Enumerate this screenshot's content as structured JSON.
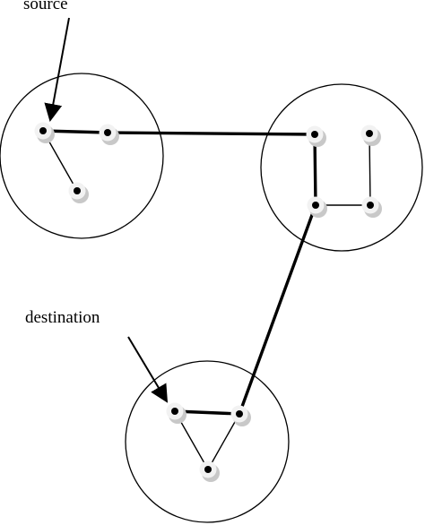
{
  "labels": {
    "source": "source",
    "destination": "destination"
  },
  "colors": {
    "ink": "#000000",
    "node_shadow": "#c8c8c8",
    "node_face": "#f2f2f2",
    "background": "#ffffff"
  },
  "clusters": [
    "cluster-a",
    "cluster-b",
    "cluster-c"
  ],
  "nodes": [
    {
      "id": "a1",
      "cluster": "cluster-a"
    },
    {
      "id": "a2",
      "cluster": "cluster-a"
    },
    {
      "id": "a3",
      "cluster": "cluster-a"
    },
    {
      "id": "b1",
      "cluster": "cluster-b"
    },
    {
      "id": "b2",
      "cluster": "cluster-b"
    },
    {
      "id": "b3",
      "cluster": "cluster-b"
    },
    {
      "id": "b4",
      "cluster": "cluster-b"
    },
    {
      "id": "c1",
      "cluster": "cluster-c"
    },
    {
      "id": "c2",
      "cluster": "cluster-c"
    },
    {
      "id": "c3",
      "cluster": "cluster-c"
    }
  ],
  "edges": [
    {
      "from": "a1",
      "to": "a2",
      "weight": "heavy"
    },
    {
      "from": "a1",
      "to": "a3",
      "weight": "light"
    },
    {
      "from": "a2",
      "to": "b1",
      "weight": "heavy"
    },
    {
      "from": "b1",
      "to": "b3",
      "weight": "heavy"
    },
    {
      "from": "b3",
      "to": "b4",
      "weight": "light"
    },
    {
      "from": "b2",
      "to": "b4",
      "weight": "light"
    },
    {
      "from": "b3",
      "to": "c2",
      "weight": "heavy"
    },
    {
      "from": "c1",
      "to": "c2",
      "weight": "heavy"
    },
    {
      "from": "c1",
      "to": "c3",
      "weight": "light"
    },
    {
      "from": "c2",
      "to": "c3",
      "weight": "light"
    }
  ],
  "arrows": [
    {
      "label": "source",
      "target": "a1"
    },
    {
      "label": "destination",
      "target": "c1"
    }
  ]
}
